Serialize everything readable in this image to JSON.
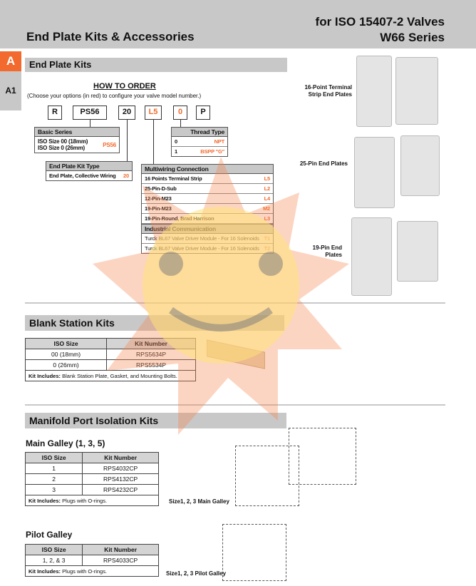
{
  "header": {
    "title": "End Plate Kits & Accessories",
    "subtitle_line1": "for ISO 15407-2 Valves",
    "subtitle_line2": "W66 Series"
  },
  "tabs": {
    "section": "A",
    "page": "A1"
  },
  "end_plate": {
    "title": "End Plate Kits",
    "how_to_order": "HOW TO ORDER",
    "instructions": "(Choose your options (in red) to configure your valve model number.)",
    "code": [
      "R",
      "PS56",
      "20",
      "L5",
      "0",
      "P"
    ],
    "basic_series": {
      "title": "Basic Series",
      "lines": [
        "ISO Size 00 (18mm)",
        "ISO Size 0 (26mm)"
      ],
      "code": "PS56"
    },
    "kit_type": {
      "title": "End Plate Kit Type",
      "label": "End Plate, Collective Wiring",
      "code": "20"
    },
    "thread_type": {
      "title": "Thread Type",
      "rows": [
        {
          "code": "0",
          "label": "NPT"
        },
        {
          "code": "1",
          "label": "BSPP \"G\""
        }
      ]
    },
    "multiwiring": {
      "title": "Multiwiring Connection",
      "rows": [
        {
          "label": "16 Points Terminal Strip",
          "code": "L5"
        },
        {
          "label": "25-Pin-D-Sub",
          "code": "L2"
        },
        {
          "label": "12-Pin-M23",
          "code": "L4"
        },
        {
          "label": "19-Pin-M23",
          "code": "M2"
        },
        {
          "label": "19-Pin-Round, Brad Harrison",
          "code": "L3"
        }
      ]
    },
    "industrial": {
      "title": "Industrial Communication",
      "rows": [
        {
          "label": "Turck BL67 Valve Driver Module - For 16 Solenoids",
          "code": "T1"
        },
        {
          "label": "Turck BL67 Valve Driver Module - For 16 Solenoids",
          "code": "T2"
        }
      ]
    },
    "images": [
      "16-Point Terminal Strip End Plates",
      "25-Pin End Plates",
      "19-Pin End Plates"
    ]
  },
  "blank": {
    "title": "Blank Station Kits",
    "headers": [
      "ISO Size",
      "Kit Number"
    ],
    "rows": [
      [
        "00 (18mm)",
        "RPS5634P"
      ],
      [
        "0 (26mm)",
        "RPS5534P"
      ]
    ],
    "note_label": "Kit Includes:",
    "note": " Blank Station Plate, Gasket, and Mounting Bolts."
  },
  "isolation": {
    "title": "Manifold Port Isolation Kits",
    "main": {
      "title": "Main Galley (1, 3, 5)",
      "headers": [
        "ISO Size",
        "Kit Number"
      ],
      "rows": [
        [
          "1",
          "RPS4032CP"
        ],
        [
          "2",
          "RPS4132CP"
        ],
        [
          "3",
          "RPS4232CP"
        ]
      ],
      "note_label": "Kit Includes:",
      "note": " Plugs with O-rings.",
      "caption": "Size1, 2, 3 Main Galley"
    },
    "pilot": {
      "title": "Pilot Galley",
      "headers": [
        "ISO Size",
        "Kit Number"
      ],
      "rows": [
        [
          "1, 2, & 3",
          "RPS4033CP"
        ]
      ],
      "note_label": "Kit Includes:",
      "note": " Plugs with O-rings.",
      "caption": "Size1, 2, 3 Pilot Galley"
    }
  }
}
